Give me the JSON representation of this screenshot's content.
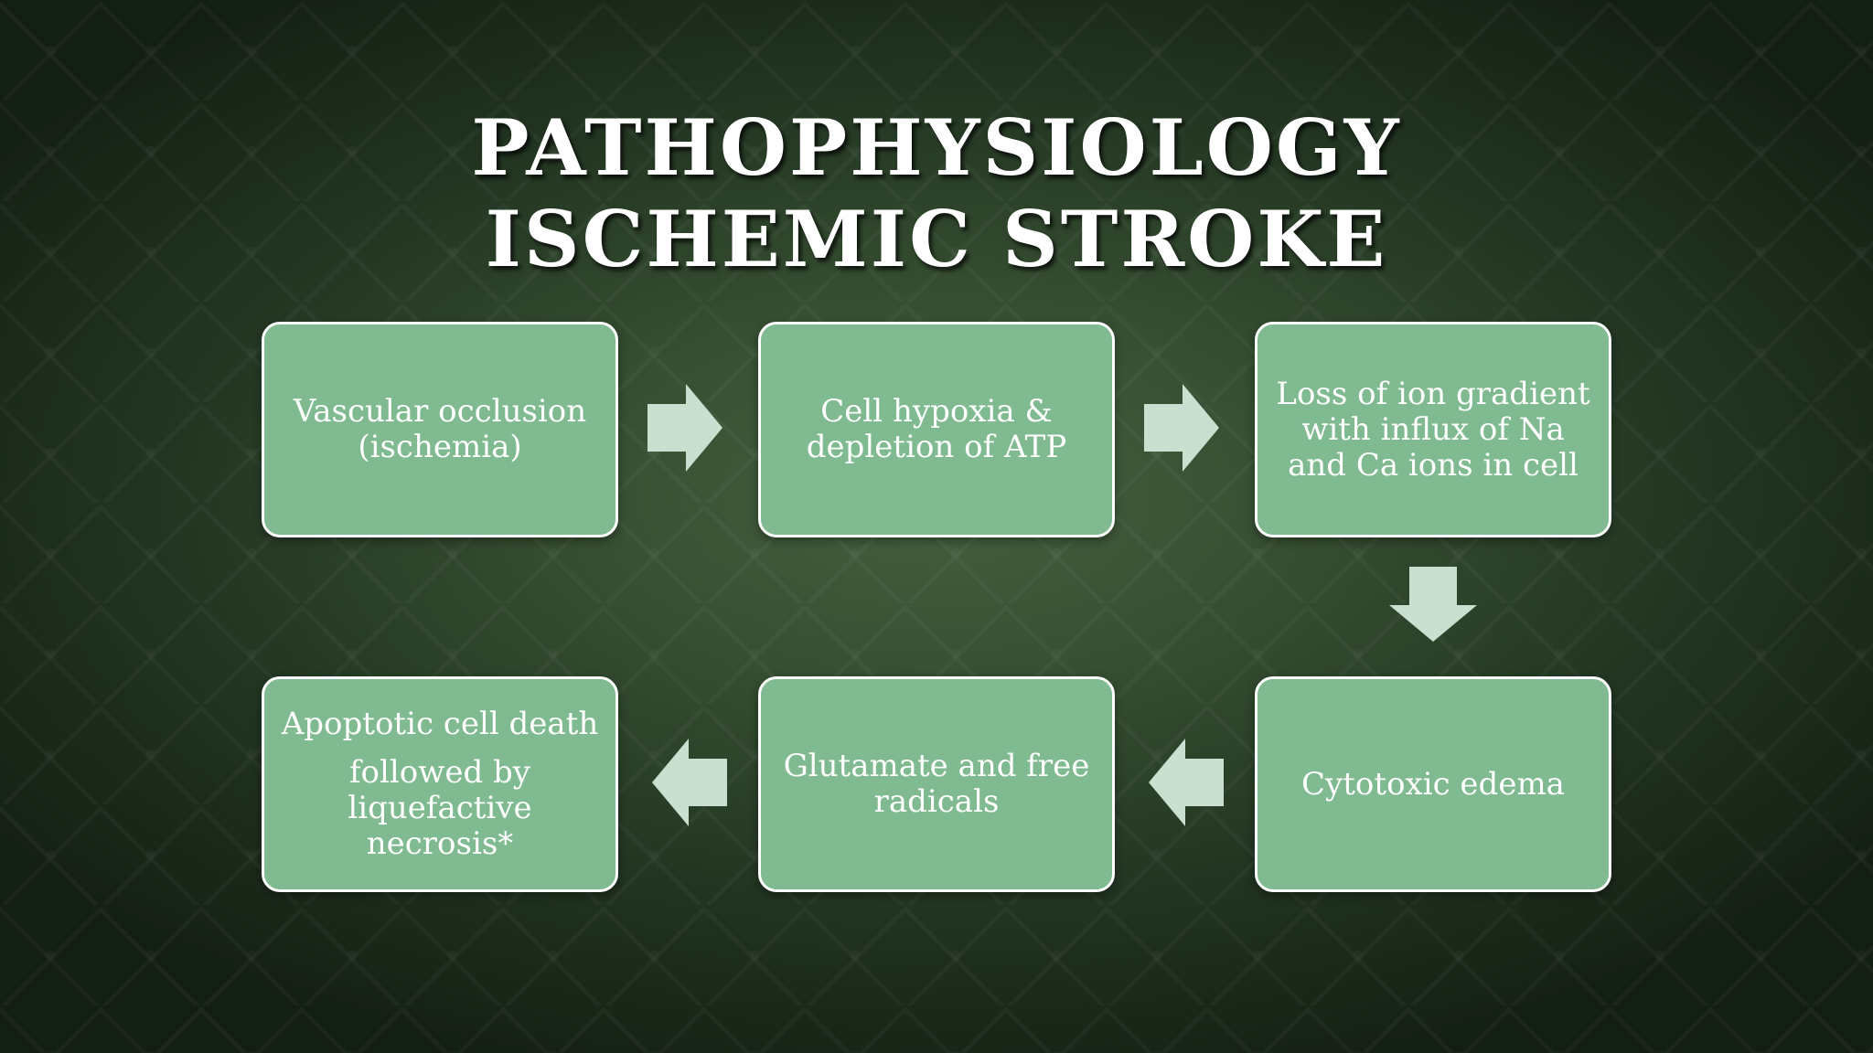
{
  "title": {
    "line1": "PATHOPHYSIOLOGY",
    "line2": "ISCHEMIC STROKE"
  },
  "steps": [
    {
      "text": "Vascular occlusion (ischemia)"
    },
    {
      "text": "Cell hypoxia & depletion of ATP"
    },
    {
      "text": "Loss of ion gradient with influx of Na and Ca ions in cell"
    },
    {
      "text": "Cytotoxic edema"
    },
    {
      "text": "Glutamate and free radicals"
    },
    {
      "text_line1": "Apoptotic cell death",
      "text_line2": "followed by liquefactive necrosis*"
    }
  ],
  "colors": {
    "box_fill": "#80ba90",
    "box_border": "#ffffff",
    "arrow_fill": "#c9dfcf"
  },
  "arrows": [
    "arrow-right",
    "arrow-right",
    "arrow-down",
    "arrow-left",
    "arrow-left"
  ]
}
